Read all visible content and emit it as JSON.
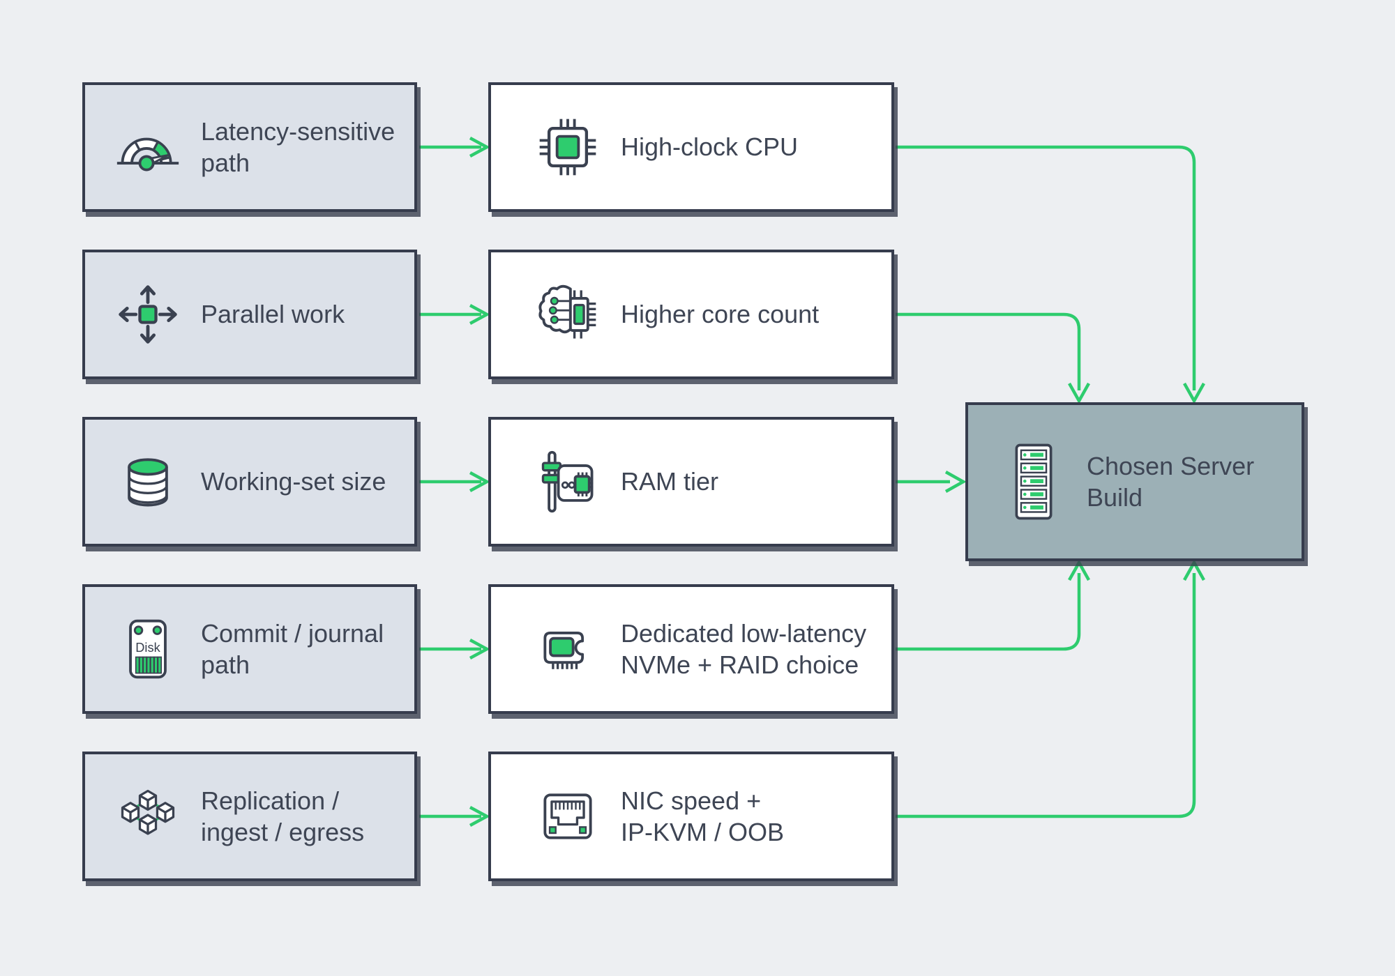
{
  "colors": {
    "background": "#edeff2",
    "need_panel_fill": "#dce1e9",
    "component_panel_fill": "#ffffff",
    "result_panel_fill": "#9cb0b6",
    "outline": "#363c4d",
    "text": "#3e4554",
    "accent_green": "#2ecc6e"
  },
  "needs": [
    {
      "label": "Latency-sensitive\npath",
      "icon": "gauge-icon"
    },
    {
      "label": "Parallel work",
      "icon": "move-arrows-icon"
    },
    {
      "label": "Working-set size",
      "icon": "database-icon"
    },
    {
      "label": "Commit / journal\npath",
      "icon": "disk-icon"
    },
    {
      "label": "Replication /\ningest / egress",
      "icon": "cubes-cluster-icon"
    }
  ],
  "components": [
    {
      "label": "High-clock CPU",
      "icon": "cpu-chip-icon"
    },
    {
      "label": "Higher core count",
      "icon": "brain-chip-icon"
    },
    {
      "label": "RAM tier",
      "icon": "ram-module-icon"
    },
    {
      "label": "Dedicated low-latency\nNVMe + RAID choice",
      "icon": "nvme-drive-icon"
    },
    {
      "label": "NIC speed +\nIP-KVM / OOB",
      "icon": "ethernet-port-icon"
    }
  ],
  "result": {
    "label": "Chosen Server\nBuild",
    "icon": "server-rack-icon"
  },
  "icon_text": {
    "disk_label": "Disk"
  }
}
